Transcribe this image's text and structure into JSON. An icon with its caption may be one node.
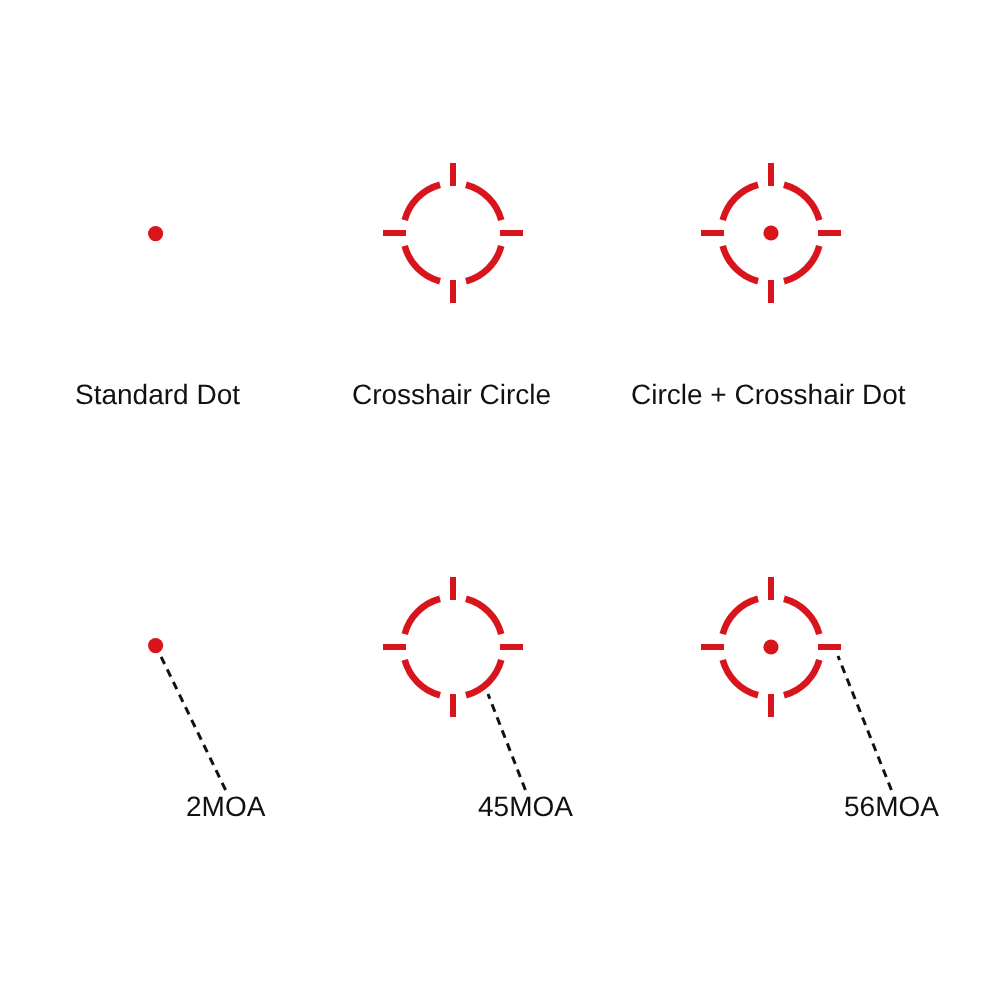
{
  "diagram": {
    "nodes": [
      {
        "text": [],
        "shape": "circle"
      },
      {
        "text": [],
        "shape": "picture"
      },
      {
        "text": [],
        "shape": "picture"
      },
      {
        "text": [],
        "shape": "circle"
      },
      {
        "text": [],
        "shape": "picture"
      },
      {
        "text": [],
        "shape": "picture"
      },
      {
        "text": [
          "2MOA"
        ]
      },
      {
        "text": [
          "45MOA"
        ]
      },
      {
        "text": [
          "56MOA"
        ]
      }
    ],
    "edges": [
      {
        "from": 6,
        "to": 3,
        "arrow": "none",
        "style": "dashed"
      },
      {
        "from": 7,
        "to": 4,
        "arrow": "none",
        "style": "dashed"
      },
      {
        "from": 8,
        "to": 5,
        "arrow": "none",
        "style": "dashed"
      }
    ],
    "labels": [
      "Standard Dot",
      "Crosshair Circle",
      "Circle + Crosshair Dot"
    ]
  }
}
